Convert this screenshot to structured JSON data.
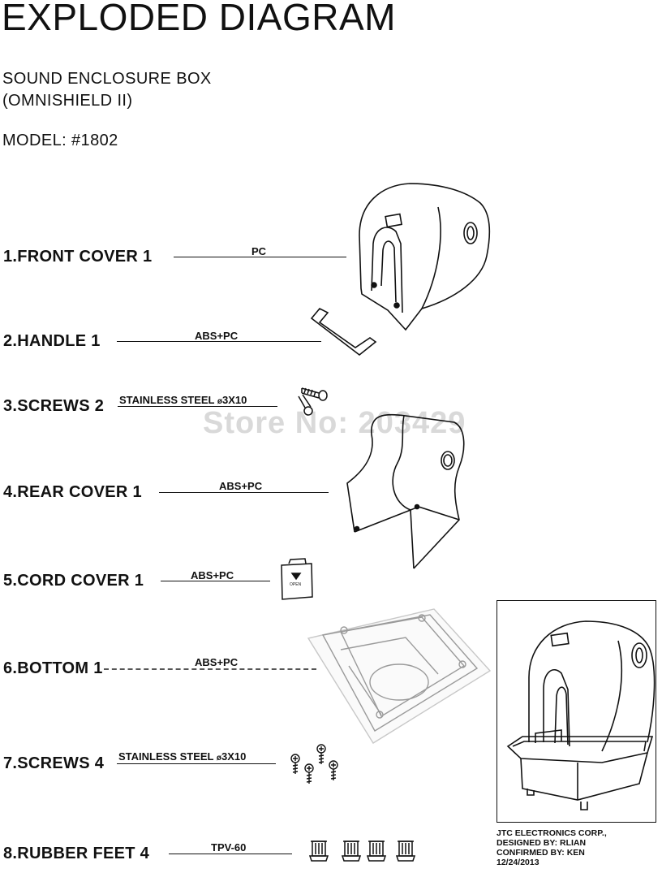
{
  "title": "EXPLODED DIAGRAM",
  "subtitle_line1": "SOUND ENCLOSURE BOX",
  "subtitle_line2": "(OMNISHIELD II)",
  "model": "MODEL: #1802",
  "watermark": "Store No: 203429",
  "parts": [
    {
      "label": "1.FRONT COVER 1",
      "material": "PC"
    },
    {
      "label": "2.HANDLE 1",
      "material": "ABS+PC"
    },
    {
      "label": "3.SCREWS 2",
      "material": "STAINLESS  STEEL",
      "spec_symbol": "ø",
      "spec": "3X10"
    },
    {
      "label": "4.REAR COVER 1",
      "material": "ABS+PC"
    },
    {
      "label": "5.CORD COVER 1",
      "material": "ABS+PC",
      "part_text": "OPEN"
    },
    {
      "label": "6.BOTTOM 1",
      "material": "ABS+PC"
    },
    {
      "label": "7.SCREWS 4",
      "material": "STAINLESS  STEEL",
      "spec_symbol": "ø",
      "spec": "3X10"
    },
    {
      "label": "8.RUBBER FEET 4",
      "material": "TPV-60"
    }
  ],
  "credits": {
    "company": "JTC ELECTRONICS CORP.,",
    "designed": "DESIGNED BY: RLIAN",
    "confirmed": "CONFIRMED BY: KEN",
    "date": "12/24/2013"
  }
}
